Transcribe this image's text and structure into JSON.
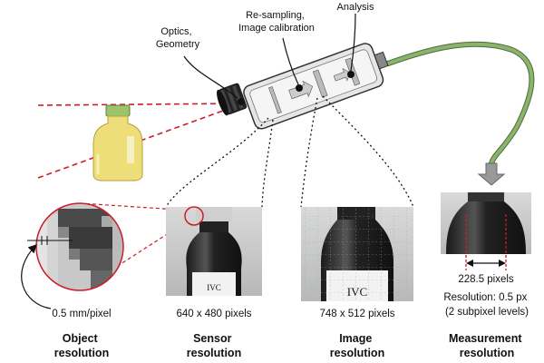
{
  "callouts": {
    "optics": [
      "Optics,",
      "Geometry"
    ],
    "resampling": [
      "Re-sampling,",
      "Image calibration"
    ],
    "analysis": "Analysis"
  },
  "panels": [
    {
      "value": "0.5 mm/pixel",
      "heading": [
        "Object",
        "resolution"
      ]
    },
    {
      "value": "640 x 480 pixels",
      "heading": [
        "Sensor",
        "resolution"
      ]
    },
    {
      "value": "748 x 512 pixels",
      "heading": [
        "Image",
        "resolution"
      ]
    },
    {
      "value": "228.5 pixels",
      "extra": [
        "Resolution: 0.5 px",
        "(2 subpixel levels)"
      ],
      "heading": [
        "Measurement",
        "resolution"
      ]
    }
  ],
  "bottle_label": "IVC",
  "colors": {
    "laser": "#cc1d2a",
    "cable": "#8ab46e",
    "bottle_fill": "#eede7a",
    "bottle_cap": "#9cc46b",
    "arrow_gray": "#999999"
  },
  "icons": [
    "camera-icon",
    "bottle-icon",
    "down-arrow-icon",
    "magnifier-circle"
  ]
}
